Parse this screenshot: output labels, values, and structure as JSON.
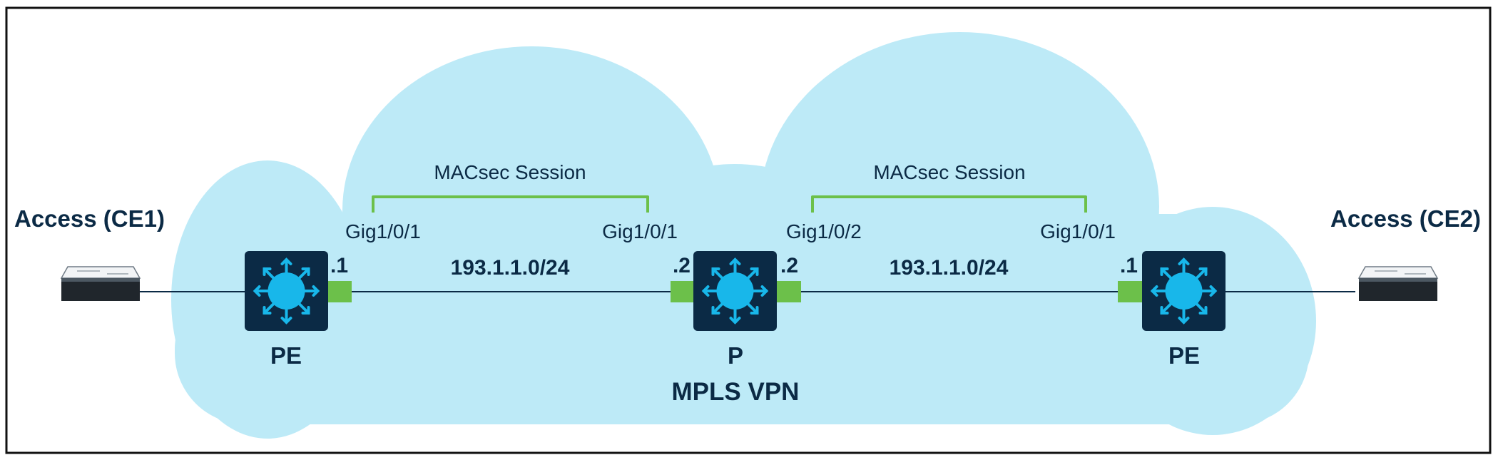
{
  "diagram": {
    "cloud_label": "MPLS VPN",
    "colors": {
      "cloud": "#bdeaf7",
      "device": "#0b2a45",
      "device_icon": "#18b7ea",
      "port": "#6cc04a",
      "session_bracket": "#6cc04a",
      "link": "#0b2a45",
      "text": "#0b2a45",
      "border": "#111111"
    },
    "access_left": {
      "label": "Access (CE1)",
      "icon": "switch-icon"
    },
    "access_right": {
      "label": "Access (CE2)",
      "icon": "switch-icon"
    },
    "routers": {
      "pe_left": {
        "label": "PE",
        "icon": "router-icon"
      },
      "p_core": {
        "label": "P",
        "icon": "router-icon"
      },
      "pe_right": {
        "label": "PE",
        "icon": "router-icon"
      }
    },
    "links": [
      {
        "subnet": "193.1.1.0/24",
        "session_label": "MACsec Session",
        "left_interface": "Gig1/0/1",
        "right_interface": "Gig1/0/1",
        "left_host": ".1",
        "right_host": ".2"
      },
      {
        "subnet": "193.1.1.0/24",
        "session_label": "MACsec Session",
        "left_interface": "Gig1/0/2",
        "right_interface": "Gig1/0/1",
        "left_host": ".2",
        "right_host": ".1"
      }
    ]
  }
}
